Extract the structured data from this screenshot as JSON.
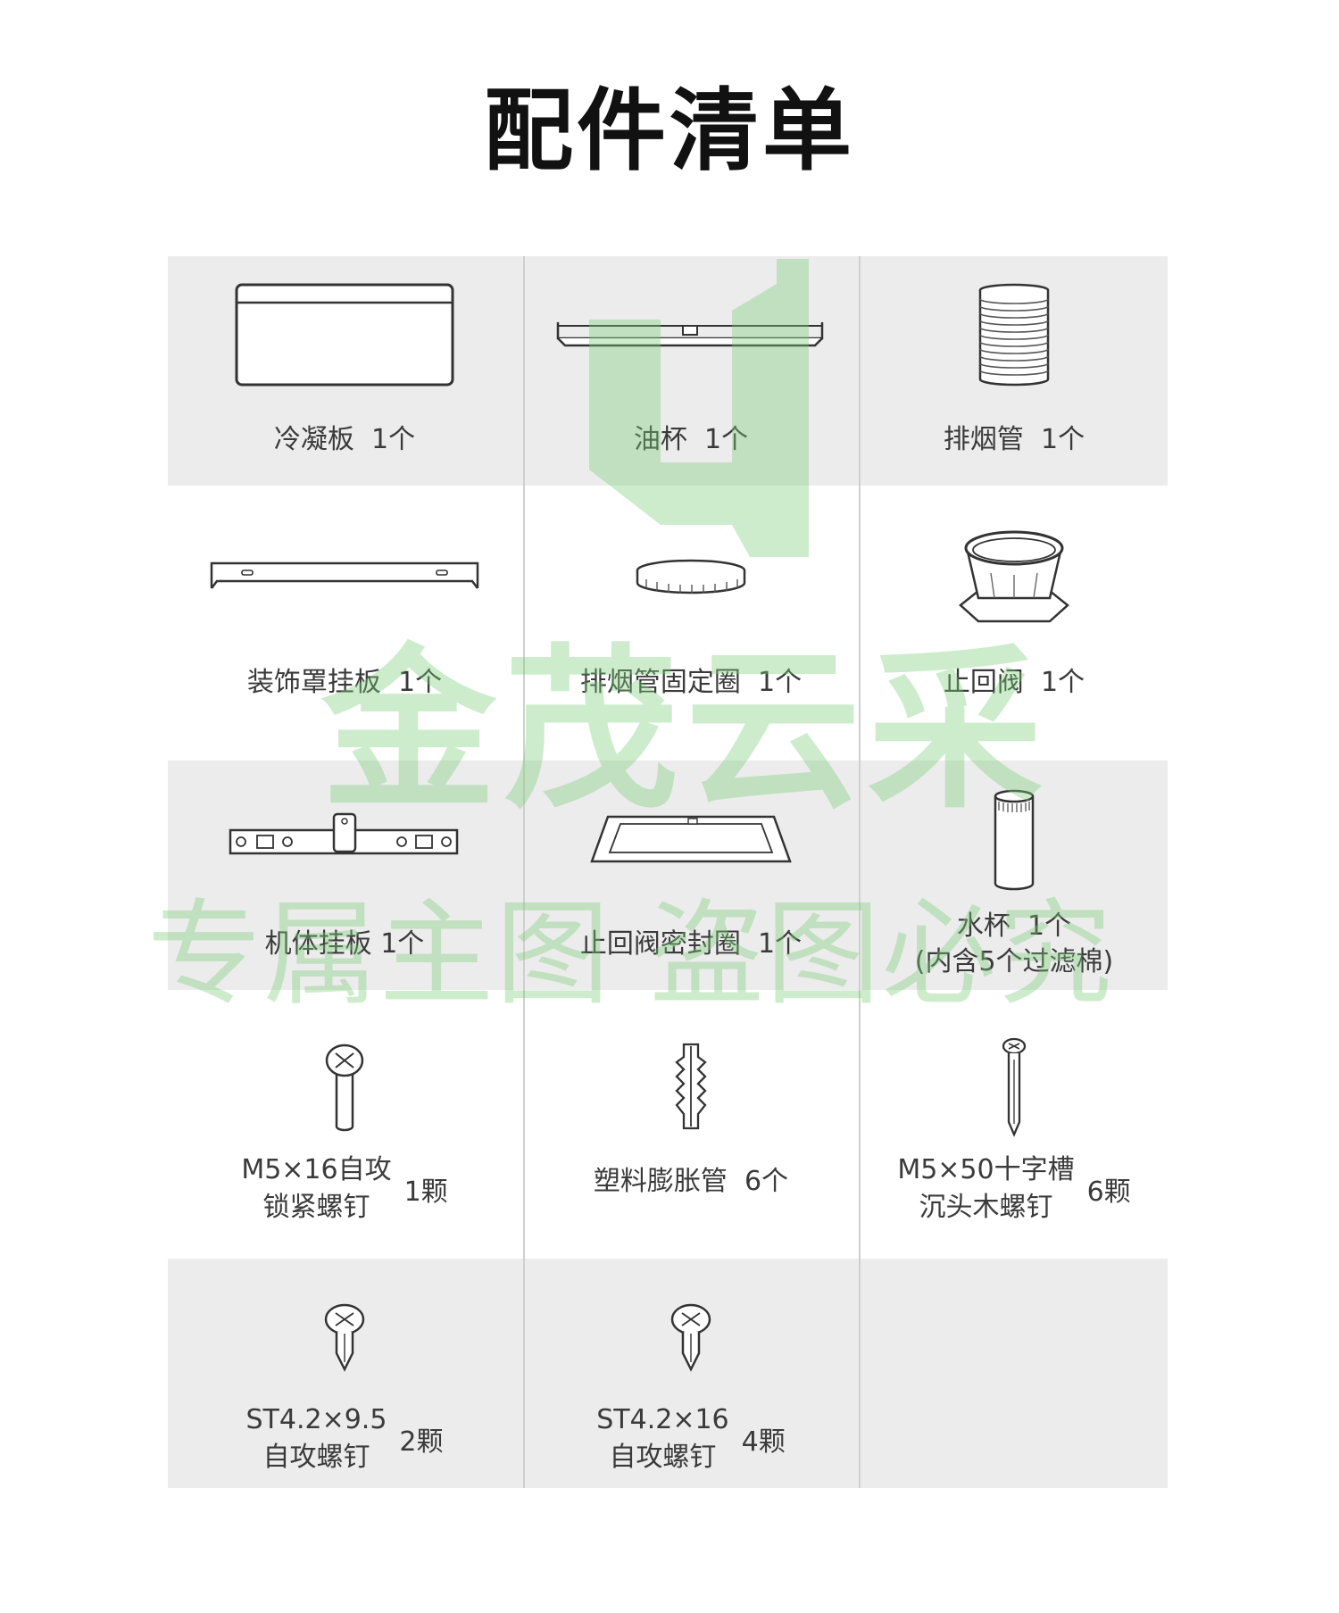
{
  "title": "配件清单",
  "watermark": {
    "line1": "金茂云采",
    "line2": "专属主图  盗图必究",
    "color": "#8fd68f"
  },
  "items": [
    {
      "name": "冷凝板",
      "qty": "1个"
    },
    {
      "name": "油杯",
      "qty": "1个"
    },
    {
      "name": "排烟管",
      "qty": "1个"
    },
    {
      "name": "装饰罩挂板",
      "qty": "1个"
    },
    {
      "name": "排烟管固定圈",
      "qty": "1个"
    },
    {
      "name": "止回阀",
      "qty": "1个"
    },
    {
      "name": "机体挂板",
      "qty": "1个"
    },
    {
      "name": "止回阀密封圈",
      "qty": "1个"
    },
    {
      "name": "水杯",
      "qty": "1个",
      "note": "(内含5个过滤棉)"
    },
    {
      "name_line1": "M5×16自攻",
      "name_line2": "锁紧螺钉",
      "qty": "1颗"
    },
    {
      "name": "塑料膨胀管",
      "qty": "6个"
    },
    {
      "name_line1": "M5×50十字槽",
      "name_line2": "沉头木螺钉",
      "qty": "6颗"
    },
    {
      "name_line1": "ST4.2×9.5",
      "name_line2": "自攻螺钉",
      "qty": "2颗"
    },
    {
      "name_line1": "ST4.2×16",
      "name_line2": "自攻螺钉",
      "qty": "4颗"
    }
  ]
}
